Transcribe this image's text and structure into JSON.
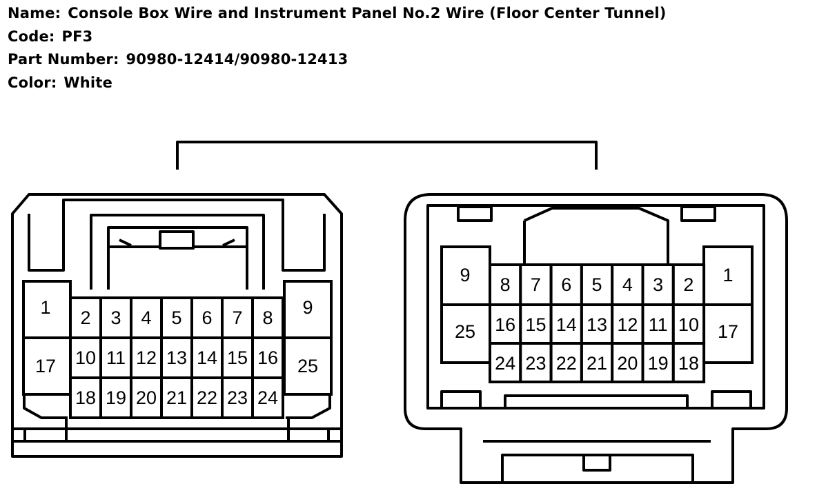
{
  "header": {
    "name_label": "Name:",
    "name_value": "Console Box Wire and Instrument Panel No.2 Wire (Floor Center Tunnel)",
    "code_label": "Code:",
    "code_value": "PF3",
    "part_label": "Part Number:",
    "part_value": "90980-12414/90980-12413",
    "color_label": "Color:",
    "color_value": "White"
  },
  "left_connector": {
    "outer_left_pins": [
      "1",
      "17"
    ],
    "outer_right_pins": [
      "9",
      "25"
    ],
    "grid_rows": [
      [
        "2",
        "3",
        "4",
        "5",
        "6",
        "7",
        "8"
      ],
      [
        "10",
        "11",
        "12",
        "13",
        "14",
        "15",
        "16"
      ],
      [
        "18",
        "19",
        "20",
        "21",
        "22",
        "23",
        "24"
      ]
    ]
  },
  "right_connector": {
    "outer_left_pins": [
      "9",
      "25"
    ],
    "outer_right_pins": [
      "1",
      "17"
    ],
    "grid_rows": [
      [
        "8",
        "7",
        "6",
        "5",
        "4",
        "3",
        "2"
      ],
      [
        "16",
        "15",
        "14",
        "13",
        "12",
        "11",
        "10"
      ],
      [
        "24",
        "23",
        "22",
        "21",
        "20",
        "19",
        "18"
      ]
    ]
  }
}
